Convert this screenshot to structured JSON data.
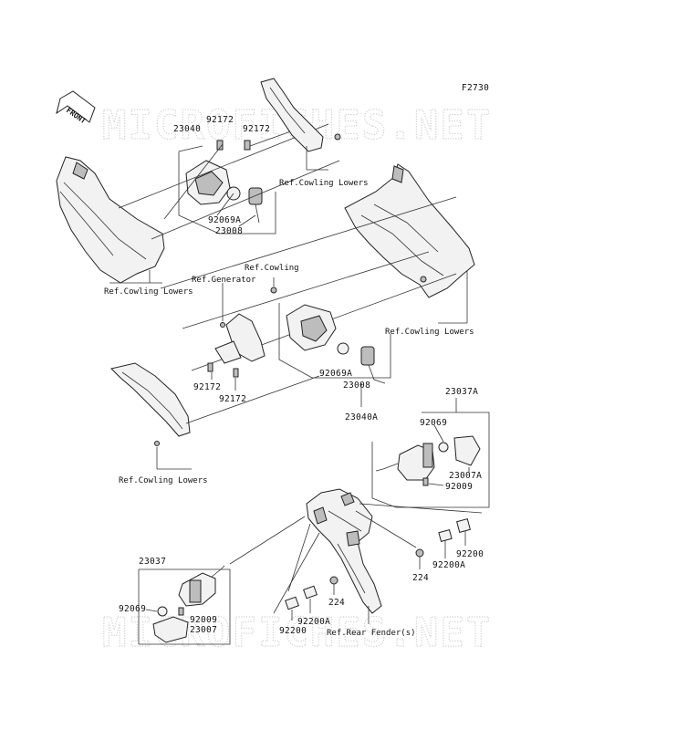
{
  "figure_id": "F2730",
  "front_label": "FRONT",
  "watermark": "MICROFICHES.NET",
  "callouts": {
    "c23040": "23040",
    "c92172_a": "92172",
    "c92172_b": "92172",
    "c92069A_a": "92069A",
    "c23008_a": "23008",
    "c92172_c": "92172",
    "c92172_d": "92172",
    "c92069A_b": "92069A",
    "c23008_b": "23008",
    "c23040A": "23040A",
    "c23037A": "23037A",
    "c92069_a": "92069",
    "c23007A": "23007A",
    "c92009_a": "92009",
    "c92200_a": "92200",
    "c224_a": "224",
    "c92200A_a": "92200A",
    "c23037": "23037",
    "c92069_b": "92069",
    "c92009_b": "92009",
    "c23007": "23007",
    "c224_b": "224",
    "c92200_b": "92200",
    "c92200A_b": "92200A"
  },
  "references": {
    "ref_cowling_lowers_top": "Ref.Cowling Lowers",
    "ref_cowling_lowers_left": "Ref.Cowling Lowers",
    "ref_cowling": "Ref.Cowling",
    "ref_generator": "Ref.Generator",
    "ref_cowling_lowers_right": "Ref.Cowling Lowers",
    "ref_cowling_lowers_bottom": "Ref.Cowling Lowers",
    "ref_rear_fender": "Ref.Rear Fender(s)"
  }
}
